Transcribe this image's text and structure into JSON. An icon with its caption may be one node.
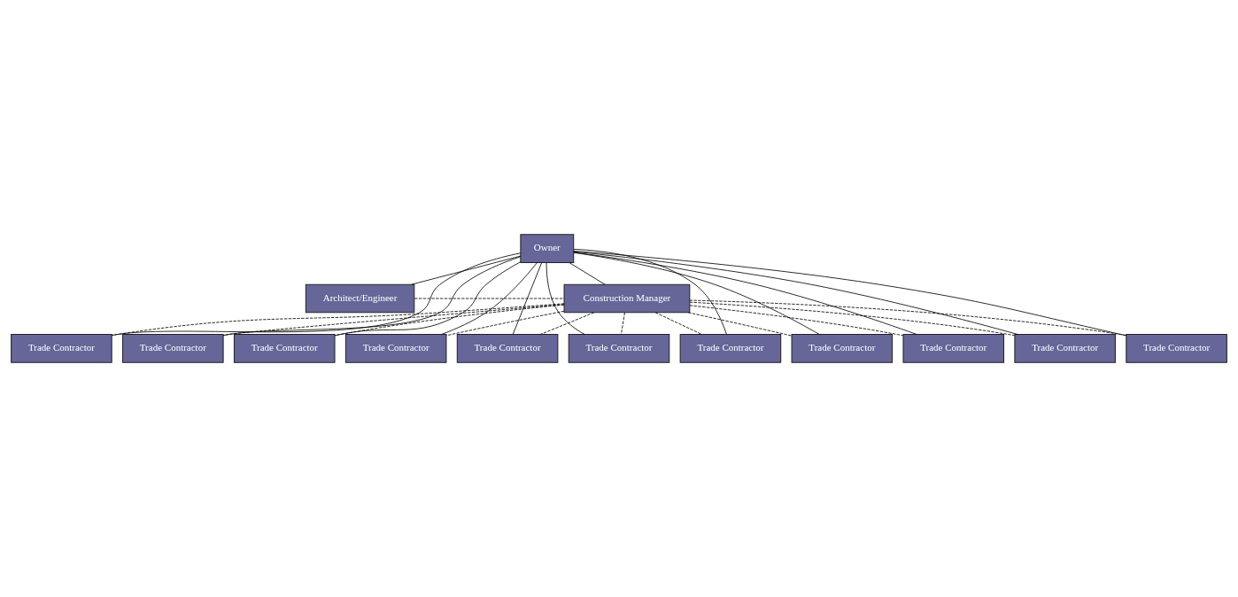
{
  "diagram": {
    "nodes": [
      {
        "text": [
          "Owner"
        ]
      },
      {
        "text": [
          "Architect/Engineer"
        ]
      },
      {
        "text": [
          "Construction Manager"
        ]
      },
      {
        "text": [
          "Trade Contractor"
        ]
      },
      {
        "text": [
          "Trade Contractor"
        ]
      },
      {
        "text": [
          "Trade Contractor"
        ]
      },
      {
        "text": [
          "Trade Contractor"
        ]
      },
      {
        "text": [
          "Trade Contractor"
        ]
      },
      {
        "text": [
          "Trade Contractor"
        ]
      },
      {
        "text": [
          "Trade Contractor"
        ]
      },
      {
        "text": [
          "Trade Contractor"
        ]
      },
      {
        "text": [
          "Trade Contractor"
        ]
      },
      {
        "text": [
          "Trade Contractor"
        ]
      },
      {
        "text": [
          "Trade Contractor"
        ]
      }
    ],
    "edges": [
      {
        "from": 0,
        "to": 1,
        "arrow": "none"
      },
      {
        "from": 0,
        "to": 2,
        "arrow": "none"
      },
      {
        "from": 1,
        "to": 2,
        "arrow": "none",
        "style": "dashed"
      },
      {
        "from": 0,
        "to": 3,
        "arrow": "none"
      },
      {
        "from": 0,
        "to": 4,
        "arrow": "none"
      },
      {
        "from": 0,
        "to": 5,
        "arrow": "none"
      },
      {
        "from": 0,
        "to": 6,
        "arrow": "none"
      },
      {
        "from": 0,
        "to": 7,
        "arrow": "none"
      },
      {
        "from": 0,
        "to": 8,
        "arrow": "none"
      },
      {
        "from": 0,
        "to": 9,
        "arrow": "none"
      },
      {
        "from": 0,
        "to": 10,
        "arrow": "none"
      },
      {
        "from": 0,
        "to": 11,
        "arrow": "none"
      },
      {
        "from": 0,
        "to": 12,
        "arrow": "none"
      },
      {
        "from": 0,
        "to": 13,
        "arrow": "none"
      },
      {
        "from": 2,
        "to": 3,
        "arrow": "none",
        "style": "dashed"
      },
      {
        "from": 2,
        "to": 4,
        "arrow": "none",
        "style": "dashed"
      },
      {
        "from": 2,
        "to": 5,
        "arrow": "none",
        "style": "dashed"
      },
      {
        "from": 2,
        "to": 6,
        "arrow": "none",
        "style": "dashed"
      },
      {
        "from": 2,
        "to": 7,
        "arrow": "none",
        "style": "dashed"
      },
      {
        "from": 2,
        "to": 8,
        "arrow": "none",
        "style": "dashed"
      },
      {
        "from": 2,
        "to": 9,
        "arrow": "none",
        "style": "dashed"
      },
      {
        "from": 2,
        "to": 10,
        "arrow": "none",
        "style": "dashed"
      },
      {
        "from": 2,
        "to": 11,
        "arrow": "none",
        "style": "dashed"
      },
      {
        "from": 2,
        "to": 12,
        "arrow": "none",
        "style": "dashed"
      },
      {
        "from": 2,
        "to": 13,
        "arrow": "none",
        "style": "dashed"
      }
    ]
  }
}
